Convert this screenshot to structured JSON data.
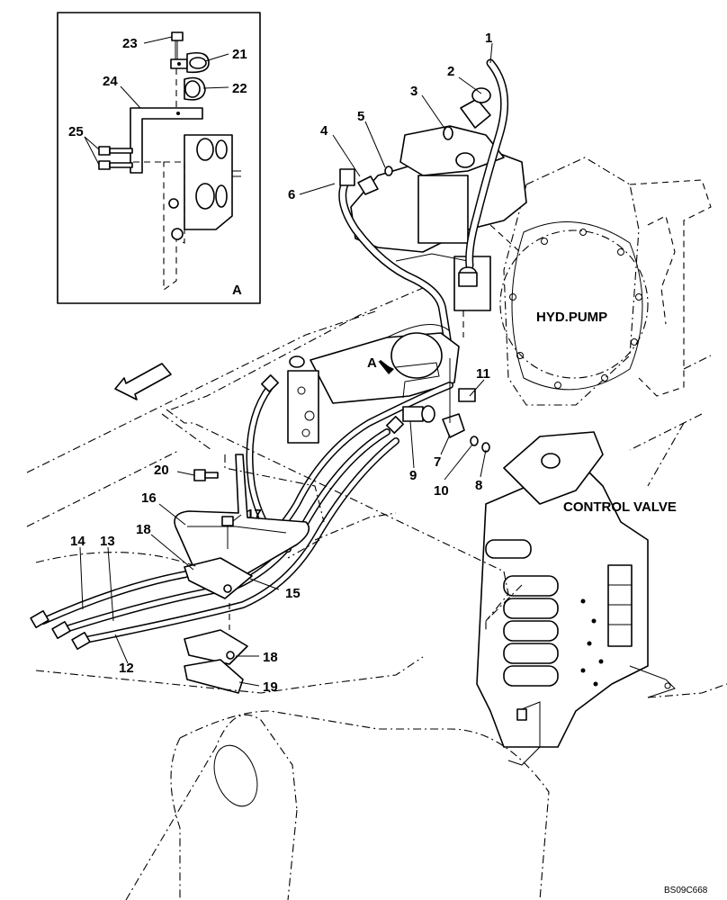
{
  "diagram": {
    "drawing_code": "BS09C668",
    "labels": {
      "hyd_pump": "HYD.PUMP",
      "control_valve": "CONTROL VALVE",
      "detail_a": "A",
      "view_a_marker": "A"
    },
    "callouts": {
      "c1": "1",
      "c2": "2",
      "c3": "3",
      "c4": "4",
      "c5": "5",
      "c6": "6",
      "c7": "7",
      "c8": "8",
      "c9": "9",
      "c10": "10",
      "c11": "11",
      "c12": "12",
      "c13": "13",
      "c14": "14",
      "c15": "15",
      "c16": "16",
      "c17": "17",
      "c18a": "18",
      "c18b": "18",
      "c19": "19",
      "c20": "20",
      "c21": "21",
      "c22": "22",
      "c23": "23",
      "c24": "24",
      "c25": "25"
    }
  }
}
